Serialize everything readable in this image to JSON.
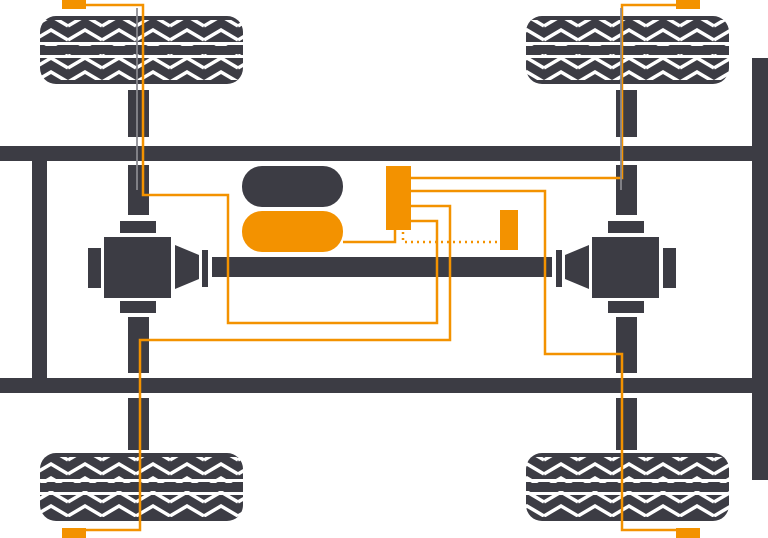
{
  "colors": {
    "chassis": "#3c3c44",
    "air_system": "#f39200",
    "tread": "#ffffff",
    "background": "#ffffff"
  },
  "components": {
    "tires": [
      "front-left",
      "front-right",
      "rear-left",
      "rear-right"
    ],
    "tanks": [
      "upper-tank",
      "lower-air-tank"
    ],
    "icons": [
      "tire-icon",
      "differential-icon",
      "air-tank-icon",
      "control-valve-icon",
      "sensor-icon"
    ]
  }
}
